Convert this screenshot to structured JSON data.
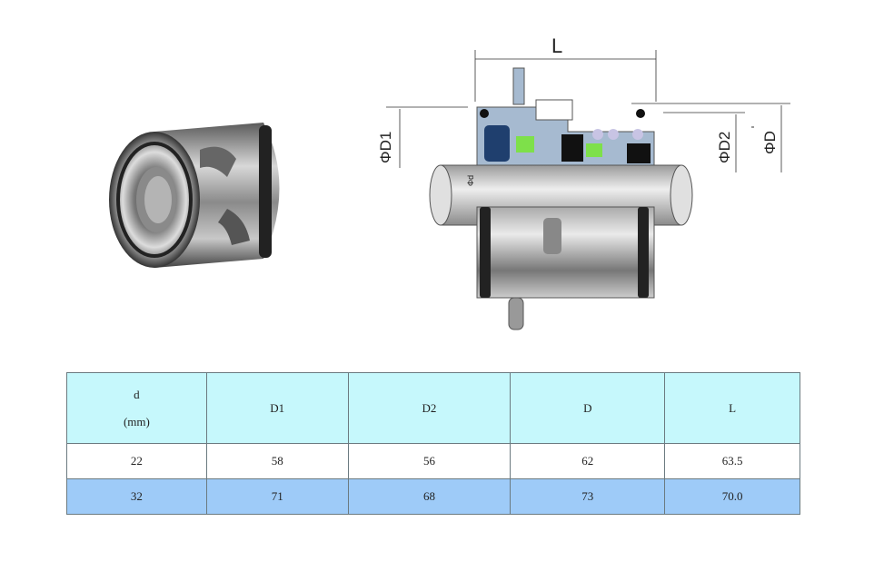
{
  "diagram": {
    "length_label": "L",
    "d1_label": "ΦD1",
    "d2_label": "ΦD2",
    "d_label": "ΦD",
    "shaft_label": "Φd"
  },
  "table": {
    "headers": [
      {
        "label": "d",
        "unit": "(mm)"
      },
      {
        "label": "D1"
      },
      {
        "label": "D2"
      },
      {
        "label": "D"
      },
      {
        "label": "L"
      }
    ],
    "rows": [
      [
        "22",
        "58",
        "56",
        "62",
        "63.5"
      ],
      [
        "32",
        "71",
        "68",
        "73",
        "70.0"
      ]
    ]
  },
  "colors": {
    "header_bg": "#c6f8fc",
    "highlight_row_bg": "#9ecbf8"
  }
}
